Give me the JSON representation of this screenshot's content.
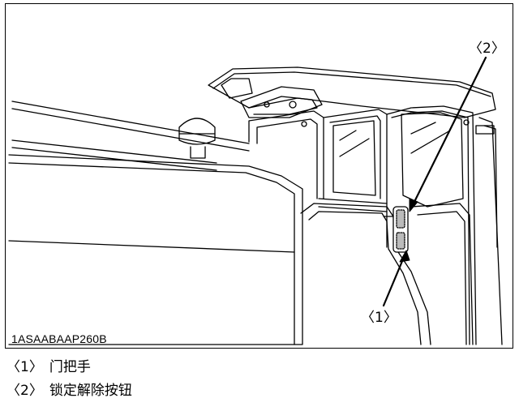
{
  "figure": {
    "code": "1ASAABAAP260B",
    "callouts": [
      {
        "id": "1",
        "label": "〈1〉"
      },
      {
        "id": "2",
        "label": "〈2〉"
      }
    ]
  },
  "legend": [
    {
      "num": "〈1〉",
      "text": "门把手"
    },
    {
      "num": "〈2〉",
      "text": "锁定解除按钮"
    }
  ]
}
